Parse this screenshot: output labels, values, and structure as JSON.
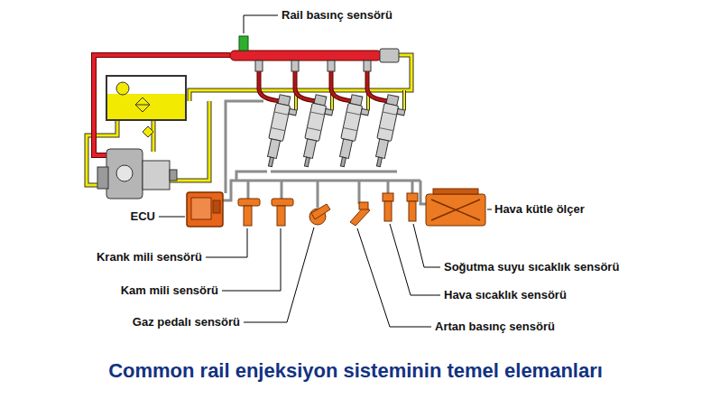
{
  "diagram": {
    "title": "Common rail enjeksiyon sisteminin temel elemanları",
    "labels": [
      "Rail basınç sensörü",
      "ECU",
      "Hava kütle ölçer",
      "Krank mili sensörü",
      "Soğutma suyu sıcaklık sensörü",
      "Kam mili sensörü",
      "Hava sıcaklık sensörü",
      "Gaz pedalı sensörü",
      "Artan basınç sensörü"
    ]
  }
}
